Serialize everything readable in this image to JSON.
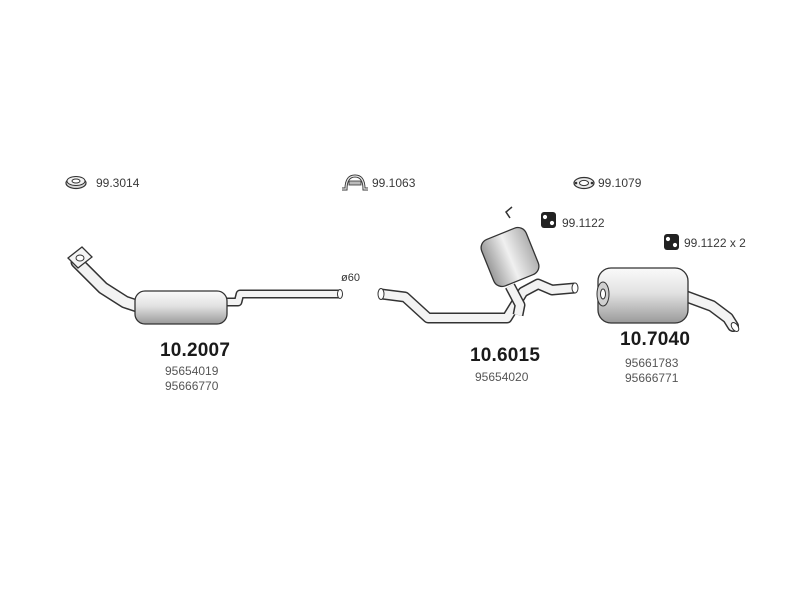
{
  "accessories": [
    {
      "code": "99.3014",
      "icon": "sealing-ring-icon"
    },
    {
      "code": "99.1063",
      "icon": "pipe-clamp-icon"
    },
    {
      "code": "99.1079",
      "icon": "flange-gasket-icon"
    },
    {
      "code": "99.1122",
      "icon": "rubber-hanger-icon"
    },
    {
      "code": "99.1122 x 2",
      "icon": "rubber-hanger-icon"
    }
  ],
  "parts": [
    {
      "number": "10.2007",
      "oem": [
        "95654019",
        "95666770"
      ]
    },
    {
      "number": "10.6015",
      "oem": [
        "95654020"
      ]
    },
    {
      "number": "10.7040",
      "oem": [
        "95661783",
        "95666771"
      ]
    }
  ],
  "pipe_diameter": "ø60"
}
